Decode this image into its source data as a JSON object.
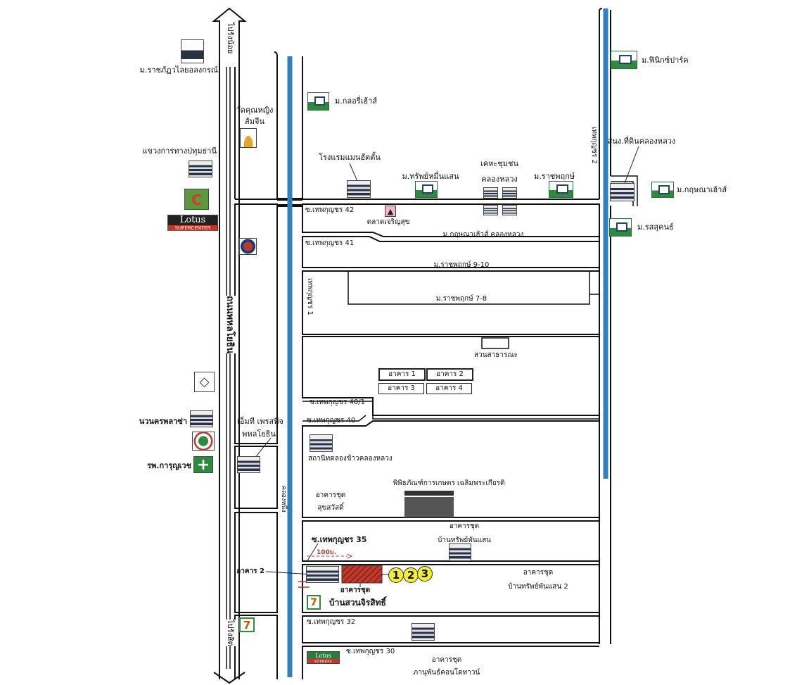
{
  "roads": {
    "to_rangnoi": "ไปรังน้อย",
    "phahonyothin": "ถนนพหลโยธิน",
    "to_rangsit": "ไปรังสิต",
    "khlong_nueng": "คลองหนึ่ง",
    "thepkunchon_1": "เทพกุญชร 1",
    "thepkunchon_2": "เทพกุญชร 2",
    "soi_42": "ซ.เทพกุญชร 42",
    "soi_41": "ซ.เทพกุญชร 41",
    "soi_40_1": "ซ.เทพกุญชร 40/1",
    "soi_40": "ซ.เทพกุญชร 40",
    "soi_35": "ซ.เทพกุญชร 35",
    "soi_32": "ซ.เทพกุญชร 32",
    "soi_30": "ซ.เทพกุญชร 30"
  },
  "places": {
    "rajabhat": "ม.ราชภัฏวไลยอลงกรณ์",
    "wat_line1": "วัดคุณหญิง",
    "wat_line2": "ส้มจีน",
    "highway_office": "แขวงการทางปทุมธานี",
    "lotus_text": "Lotus",
    "lotus_sub": "SUPERCENTER",
    "glory_house": "ม.กลอรี่เฮ้าส์",
    "manhattan": "โรงแรมแมนฮัตตั้น",
    "sap_muen_saen": "ม.ทรัพย์หมื่นแสน",
    "kheha_line1": "เคหะชุมชน",
    "kheha_line2": "คลองหลวง",
    "ratchaphruek": "ม.ราชพฤกษ์",
    "land_office": "สนง.ที่ดินคลองหลวง",
    "kritsana_house": "ม.กฤษณาเฮ้าส์",
    "rossukhon": "ม.รสสุคนธ์",
    "phoenix_park": "ม.ฟินิกซ์ปาร์ค",
    "market": "ตลาดเจริญสุข",
    "kritsana_khlongluang": "ม.กฤษณาเฮ้าส์ คลองหลวง",
    "ratchaphruek_9_10": "ม.ราชพฤกษ์ 9-10",
    "ratchaphruek_7_8": "ม.ราชพฤกษ์ 7-8",
    "park": "สวนสาธารณะ",
    "buildings": [
      "อาคาร 1",
      "อาคาร 2",
      "อาคาร 3",
      "อาคาร 4"
    ],
    "nava_nakorn_plaza": "นวนครพลาซ่า",
    "karunvech": "รพ.การุญเวช",
    "mt_line1": "เอ็มที เพรสทีจ",
    "mt_line2": "พหลโยธิน",
    "rice_station": "สถานีทดลองข้าวคลองหลวง",
    "museum": "พิพิธภัณฑ์การเกษตร เฉลิมพระเกียรติ",
    "sukhsawat_line1": "อาคารชุด",
    "sukhsawat_line2": "สุขสวัสดิ์",
    "sap_phan_saen_line1": "อาคารชุด",
    "sap_phan_saen_line2": "บ้านทรัพย์พันแสน",
    "building_2": "อาคาร 2",
    "jirasit_line1": "อาคารชุด",
    "jirasit_line2": "บ้านสวนจิรสิทธิ์",
    "sap_phan_saen2_line1": "อาคารชุด",
    "sap_phan_saen2_line2": "บ้านทรัพย์พันแสน 2",
    "lotus_express_text": "Lotus",
    "lotus_express_sub": "EXPRESS",
    "panuphan_line1": "อาคารชุด",
    "panuphan_line2": "ภานุพันธ์คอนโดทาวน์",
    "seven_eleven": "7"
  },
  "target": {
    "distance": "100ม.",
    "numbers": [
      "1",
      "2",
      "3"
    ],
    "highlight_color": "#c0392b"
  },
  "colors": {
    "canal": "#2f7fc1",
    "road": "#111111",
    "marker": "#f4ec3a"
  },
  "icons": [
    "university-icon",
    "temple-icon",
    "office-building-icon",
    "big-c-logo",
    "lotus-logo",
    "caltex-icon",
    "bangkok-bank-icon",
    "kasikorn-bank-icon",
    "hospital-icon",
    "house-icon",
    "market-icon",
    "museum-icon",
    "seven-eleven-icon"
  ]
}
